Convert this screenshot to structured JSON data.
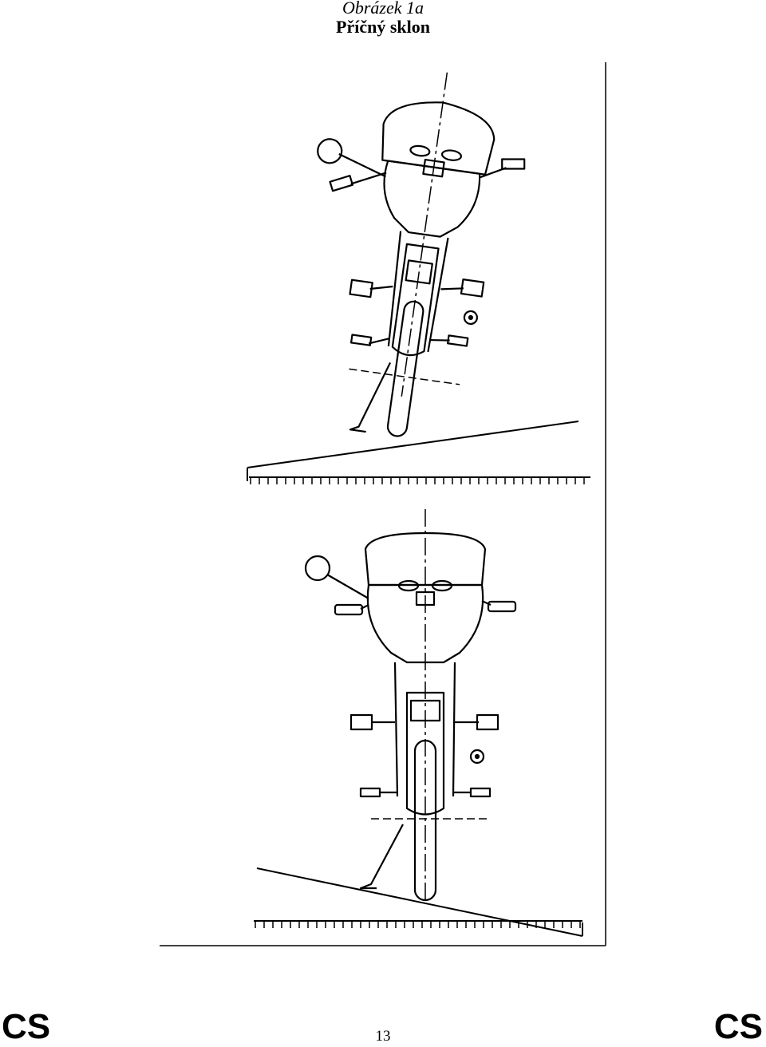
{
  "header": {
    "figure_number": "Obrázek 1a",
    "title": "Příčný sklon"
  },
  "illustration": {
    "panels": [
      {
        "icon": "tilted-motorcycle-on-slope-icon"
      },
      {
        "icon": "upright-motorcycle-on-slope-icon"
      }
    ]
  },
  "footer": {
    "lang_left": "CS",
    "lang_right": "CS",
    "page_number": "13"
  }
}
